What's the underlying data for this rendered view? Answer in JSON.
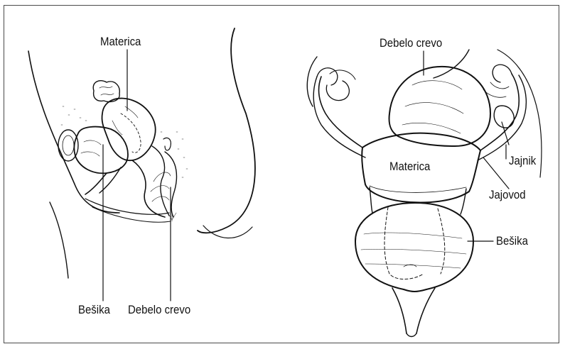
{
  "labels": {
    "left_materica": "Materica",
    "left_besika": "Bešika",
    "left_debelo_crevo": "Debelo crevo",
    "right_debelo_crevo": "Debelo crevo",
    "right_materica": "Materica",
    "right_jajnik": "Jajnik",
    "right_jajovod": "Jajovod",
    "right_besika": "Bešika"
  }
}
